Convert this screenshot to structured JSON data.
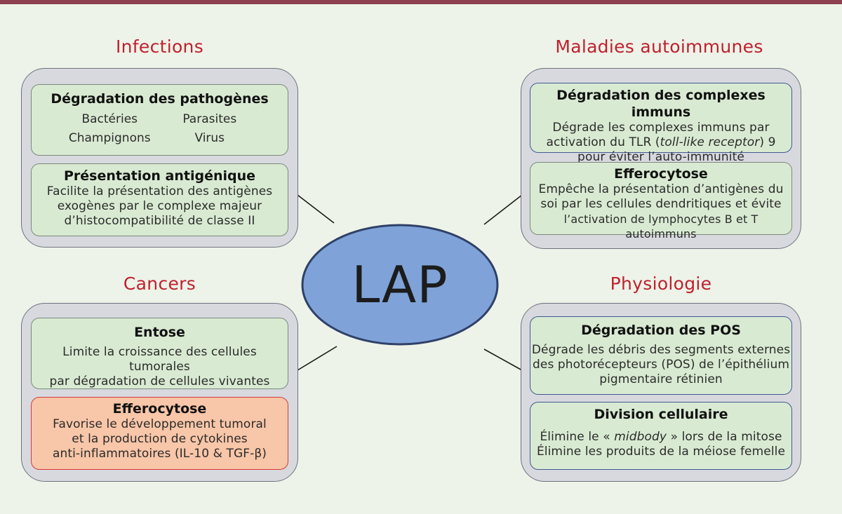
{
  "center": {
    "label": "LAP"
  },
  "colors": {
    "accent_red": "#c0202f",
    "ellipse_fill": "#7fa3d8",
    "top_bar": "#8e4050",
    "card_green": "#d9ead2",
    "card_orange": "#f8c6a8"
  },
  "infections": {
    "title": "Infections",
    "pathogen_card": {
      "title": "Dégradation des pathogènes",
      "items": [
        "Bactéries",
        "Parasites",
        "Champignons",
        "Virus"
      ]
    },
    "antigen_card": {
      "title": "Présentation antigénique",
      "lines": [
        "Facilite la présentation des antigènes",
        "exogènes par le complexe majeur",
        "d’histocompatibilité de classe II"
      ]
    }
  },
  "autoimmune": {
    "title": "Maladies autoimmunes",
    "complex_card": {
      "title": "Dégradation des complexes immuns",
      "line1": "Dégrade les complexes immuns par",
      "line2_pre": "activation du TLR (",
      "line2_ital": "toll-like receptor",
      "line2_post": ") 9",
      "line3": "pour éviter l’auto-immunité"
    },
    "effero_card": {
      "title": "Efferocytose",
      "lines": [
        "Empêche la présentation d’antigènes du",
        "soi par les cellules dendritiques et évite",
        "l’activation de lymphocytes B et T autoimmuns"
      ]
    }
  },
  "cancers": {
    "title": "Cancers",
    "entose_card": {
      "title": "Entose",
      "lines": [
        "Limite la croissance des cellules tumorales",
        "par dégradation de cellules vivantes"
      ]
    },
    "effero_card": {
      "title": "Efferocytose",
      "lines": [
        "Favorise le développement tumoral",
        "et la production de cytokines",
        "anti-inflammatoires (IL-10 & TGF-β)"
      ]
    }
  },
  "physiology": {
    "title": "Physiologie",
    "pos_card": {
      "title": "Dégradation des POS",
      "lines": [
        "Dégrade les débris des segments externes",
        "des photorécepteurs (POS) de l’épithélium",
        "pigmentaire rétinien"
      ]
    },
    "division_card": {
      "title": "Division cellulaire",
      "line1_pre": "Élimine le « ",
      "line1_ital": "midbody",
      "line1_post": " » lors de la mitose",
      "line2": "Élimine les produits de la méiose femelle"
    }
  }
}
